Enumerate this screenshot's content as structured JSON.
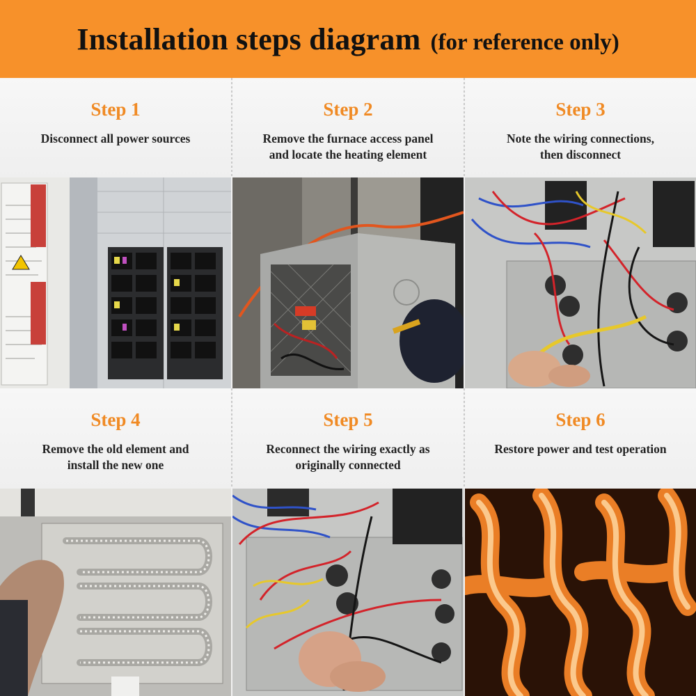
{
  "header": {
    "title": "Installation steps diagram",
    "subtitle": "(for reference only)"
  },
  "steps": [
    {
      "title": "Step 1",
      "desc": [
        "Disconnect all power sources",
        ""
      ],
      "photo_icon": "breaker-panel"
    },
    {
      "title": "Step 2",
      "desc": [
        "Remove the furnace access panel",
        "and locate the heating element"
      ],
      "photo_icon": "furnace-access"
    },
    {
      "title": "Step 3",
      "desc": [
        "Note the wiring connections,",
        "then disconnect"
      ],
      "photo_icon": "wiring-disconnect"
    },
    {
      "title": "Step 4",
      "desc": [
        "Remove the old element and",
        "install the new one"
      ],
      "photo_icon": "heating-coil"
    },
    {
      "title": "Step 5",
      "desc": [
        "Reconnect the wiring exactly as",
        "originally connected"
      ],
      "photo_icon": "wiring-reconnect"
    },
    {
      "title": "Step 6",
      "desc": [
        "Restore power and test operation",
        ""
      ],
      "photo_icon": "glowing-coils"
    }
  ],
  "colors": {
    "accent": "#f7912a",
    "step_title": "#f08a24"
  }
}
